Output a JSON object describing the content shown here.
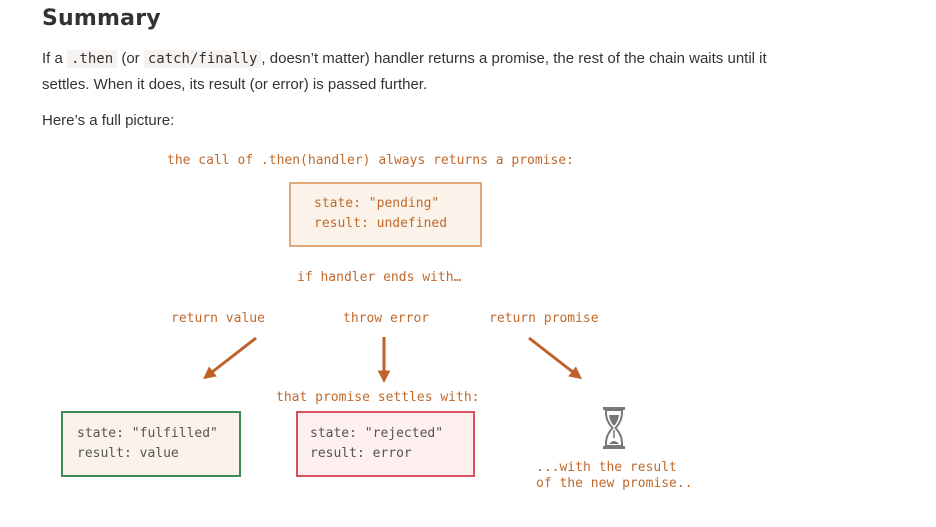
{
  "heading": "Summary",
  "intro": {
    "text_if": "If a ",
    "code_then": ".then",
    "text_or": " (or ",
    "code_catch": "catch/finally",
    "text_rest_line1": ", doesn’t matter) handler returns a promise, the rest of the chain waits until it",
    "text_line2": "settles. When it does, its result (or error) is passed further."
  },
  "full_picture": "Here’s a full picture:",
  "diagram": {
    "caption_top": "the call of .then(handler) always returns a promise:",
    "pending_box": {
      "line1": "state: \"pending\"",
      "line2": "result: undefined"
    },
    "if_ends": "if handler ends with…",
    "branches": {
      "return_value": "return value",
      "throw_error": "throw error",
      "return_promise": "return promise"
    },
    "settles_with": "that promise settles with:",
    "fulfilled_box": {
      "line1": "state: \"fulfilled\"",
      "line2": "result: value"
    },
    "rejected_box": {
      "line1": "state: \"rejected\"",
      "line2": "result: error"
    },
    "new_promise_note": {
      "line1": "...with the result",
      "line2": "of the new promise.."
    },
    "colors": {
      "orange_text": "#c06a2c",
      "arrow": "#c0612a",
      "pending_border": "#e0a878",
      "pending_fill": "#fbf2ea",
      "fulfilled_border": "#3c8a55",
      "fulfilled_fill": "#fbf2ea",
      "rejected_border": "#d6525c",
      "rejected_fill": "#fdf0ef",
      "dark_text": "#555555"
    },
    "icons": {
      "hourglass": "hourglass-icon"
    }
  }
}
